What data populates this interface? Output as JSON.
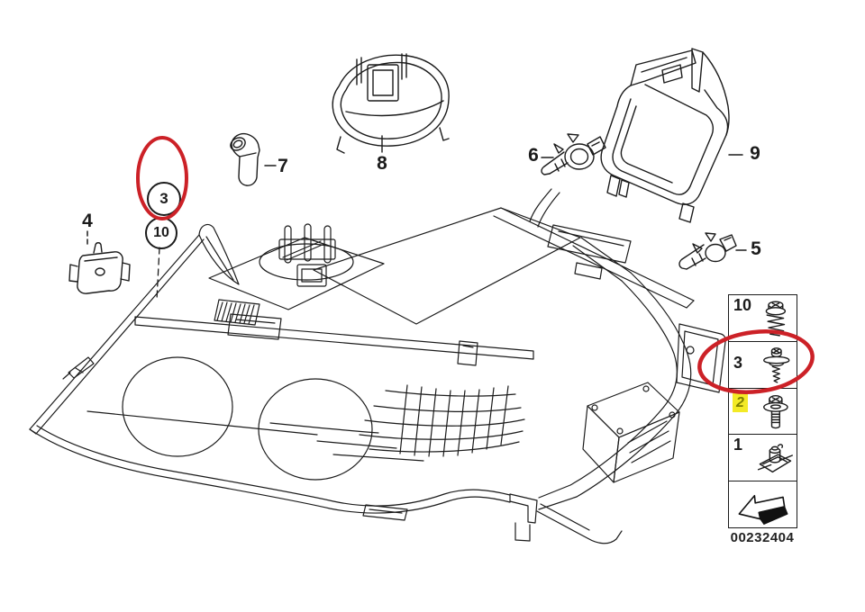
{
  "page": {
    "type": "exploded-parts-diagram",
    "subject": "Headlight assembly exploded view",
    "background": "#ffffff"
  },
  "callouts": {
    "c3": {
      "text": "3",
      "style": "circled",
      "highlighted": "red-ellipse"
    },
    "c10": {
      "text": "10",
      "style": "circled"
    },
    "c4": {
      "text": "4"
    },
    "c5": {
      "text": "5"
    },
    "c6": {
      "text": "6"
    },
    "c7": {
      "text": "7"
    },
    "c8": {
      "text": "8"
    },
    "c9": {
      "text": "9"
    }
  },
  "legend": {
    "items": [
      {
        "number": "10",
        "icon": "screw-with-spring-icon",
        "highlight": "none"
      },
      {
        "number": "3",
        "icon": "tapping-screw-washer-icon",
        "highlight": "red-ellipse"
      },
      {
        "number": "2",
        "icon": "bolt-with-washer-icon",
        "highlight": "yellow"
      },
      {
        "number": "1",
        "icon": "clip-nut-icon",
        "highlight": "none"
      },
      {
        "number": "",
        "icon": "direction-of-travel-arrow-icon",
        "highlight": "none"
      }
    ]
  },
  "footer": {
    "doc_number": "00232404"
  },
  "colors": {
    "line": "#1b1b1b",
    "highlight_red": "#cc2127",
    "highlight_yellow": "#f3ea26",
    "highlight_number": "#7c7f00"
  }
}
